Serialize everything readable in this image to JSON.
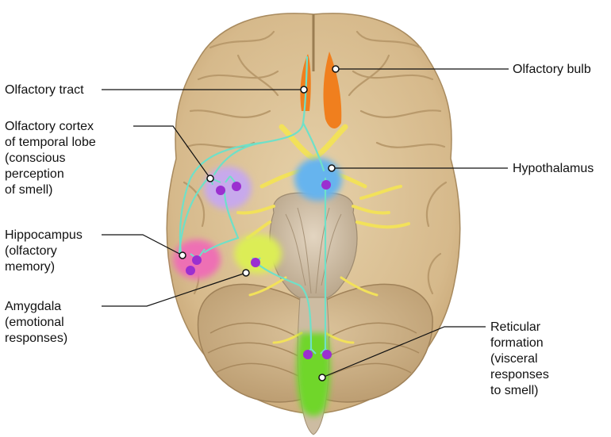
{
  "labels": {
    "olfactory_tract": "Olfactory tract",
    "olfactory_cortex": "Olfactory cortex\nof temporal lobe\n(conscious\nperception\nof smell)",
    "hippocampus": "Hippocampus\n(olfactory\nmemory)",
    "amygdala": "Amygdala\n(emotional\nresponses)",
    "olfactory_bulb": "Olfactory bulb",
    "hypothalamus": "Hypothalamus",
    "reticular_formation": "Reticular\nformation\n(visceral\nresponses\nto smell)"
  },
  "colors": {
    "brain": "#d9bf94",
    "brain_fold": "#b99a6c",
    "cerebellum": "#cdb189",
    "brainstem": "#c8b59a",
    "olfactory_bulb": "#f07f1e",
    "pathway": "#6fe0c8",
    "cranial_nerve": "#f2e15a",
    "cortex_region": "#c7a9ec",
    "hippocampus_region": "#ee6fb4",
    "amygdala_region": "#dced57",
    "hypothalamus_region": "#66b4ee",
    "reticular_region": "#6fd62c",
    "neuron": "#9b2fd0",
    "leader_line": "#111111"
  }
}
